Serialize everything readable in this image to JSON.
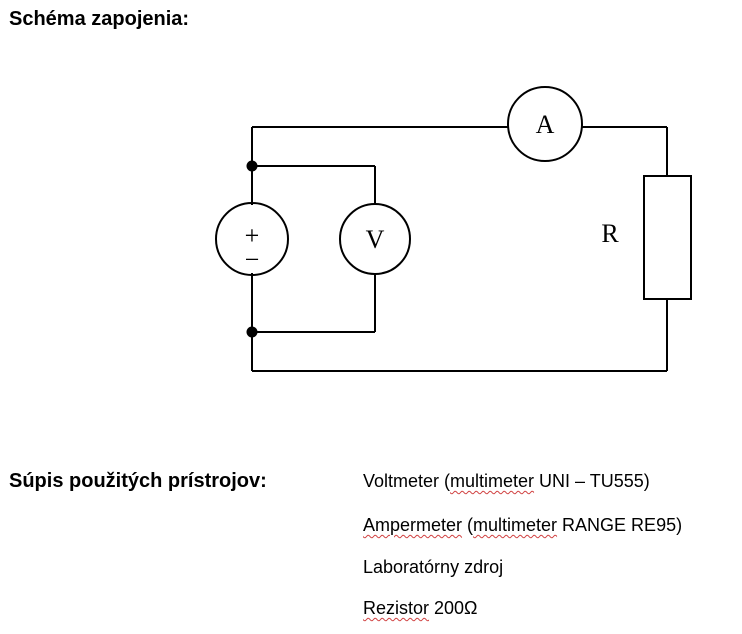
{
  "schema_heading": "Schéma zapojenia:",
  "diagram": {
    "ammeter_symbol": "A",
    "voltmeter_symbol": "V",
    "resistor_label": "R",
    "source_plus": "+",
    "source_minus": "−"
  },
  "instruments_heading": "Súpis použitých prístrojov:",
  "instruments": [
    {
      "parts": [
        {
          "text": "Voltmeter (",
          "sq": false
        },
        {
          "text": "multimeter",
          "sq": true
        },
        {
          "text": " UNI – TU555)",
          "sq": false
        }
      ]
    },
    {
      "parts": [
        {
          "text": "Ampermeter",
          "sq": true
        },
        {
          "text": " (",
          "sq": false
        },
        {
          "text": "multimeter",
          "sq": true
        },
        {
          "text": " RANGE RE95)",
          "sq": false
        }
      ]
    },
    {
      "parts": [
        {
          "text": "Laboratórny zdroj",
          "sq": false
        }
      ]
    },
    {
      "parts": [
        {
          "text": "Rezistor",
          "sq": true
        },
        {
          "text": " 200Ω",
          "sq": false
        }
      ]
    }
  ]
}
